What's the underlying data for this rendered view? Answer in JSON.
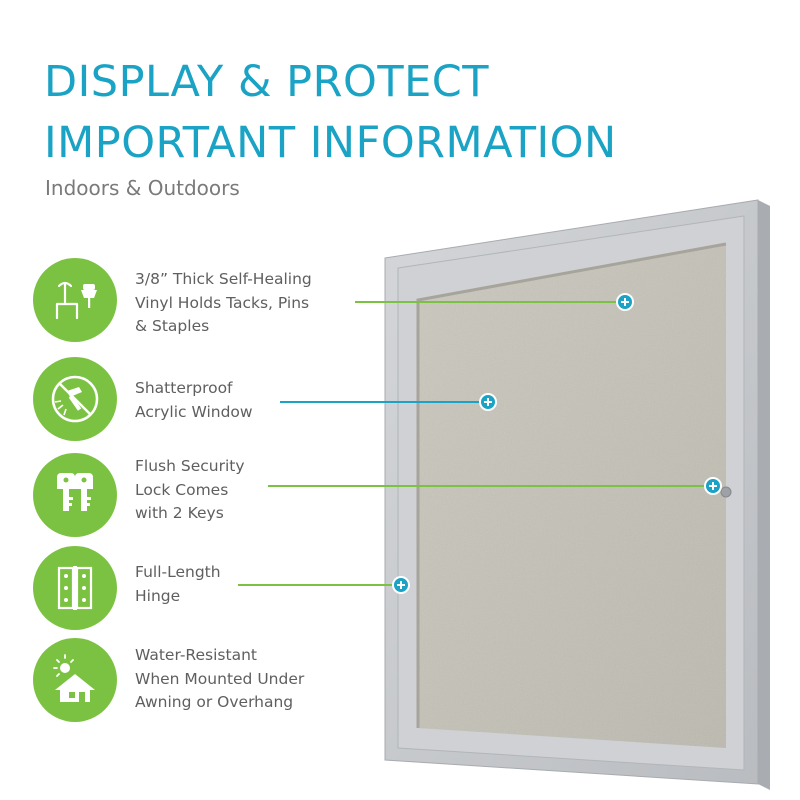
{
  "header": {
    "title_line1": "DISPLAY & PROTECT",
    "title_line2": "IMPORTANT INFORMATION",
    "subtitle": "Indoors & Outdoors"
  },
  "colors": {
    "title": "#1aa3c4",
    "icon_circle": "#7cc242",
    "callout_marker": "#1aa3c4",
    "frame": "#c8cacd",
    "board": "#c5c2b8"
  },
  "features": [
    {
      "icon": "pin-icon",
      "lines": [
        "3/8” Thick Self-Healing",
        "Vinyl Holds Tacks, Pins",
        "& Staples"
      ]
    },
    {
      "icon": "shatterproof-icon",
      "lines": [
        "Shatterproof",
        "Acrylic Window"
      ]
    },
    {
      "icon": "keys-icon",
      "lines": [
        "Flush Security",
        "Lock Comes",
        "with 2 Keys"
      ]
    },
    {
      "icon": "hinge-icon",
      "lines": [
        "Full-Length",
        "Hinge"
      ]
    },
    {
      "icon": "house-sun-icon",
      "lines": [
        "Water-Resistant",
        "When Mounted Under",
        "Awning or Overhang"
      ]
    }
  ]
}
